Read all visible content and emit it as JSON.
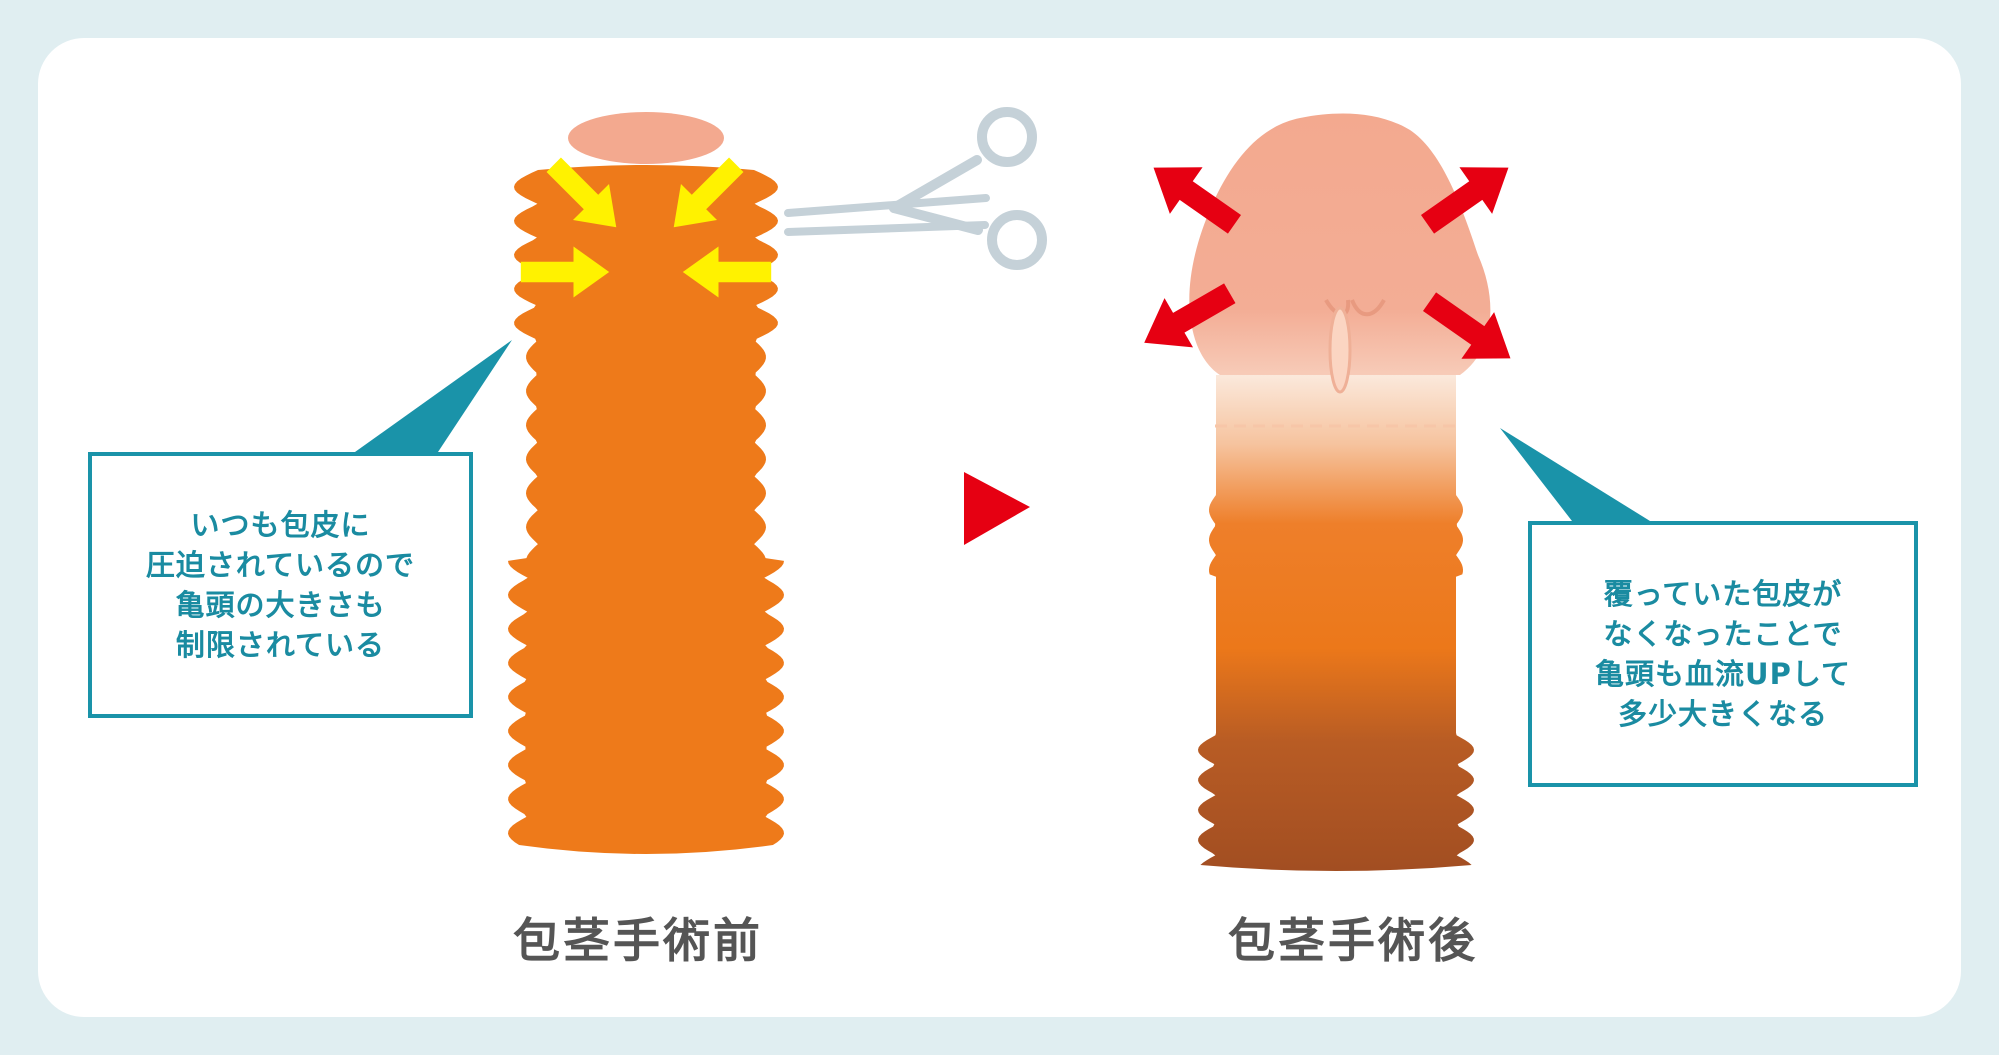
{
  "callouts": {
    "before": {
      "lines": [
        "いつも包皮に",
        "圧迫されているので",
        "亀頭の大きさも",
        "制限されている"
      ]
    },
    "after": {
      "lines": [
        "覆っていた包皮が",
        "なくなったことで",
        "亀頭も血流UPして",
        "多少大きくなる"
      ]
    }
  },
  "captions": {
    "before": "包茎手術前",
    "after": "包茎手術後"
  },
  "icons": {
    "pressure_arrows": "yellow-inward-arrow",
    "growth_arrows": "red-outward-arrow",
    "transition": "play-triangle-icon",
    "tool": "scissors-icon"
  },
  "colors": {
    "background": "#e0eef1",
    "card": "#ffffff",
    "accent_teal": "#1a93a9",
    "foreskin_orange": "#ee7a1a",
    "skin_dark": "#a85424",
    "glans_pink": "#f3a98f",
    "pressure_yellow": "#fff200",
    "growth_red": "#e60012",
    "caption_gray": "#555555"
  }
}
